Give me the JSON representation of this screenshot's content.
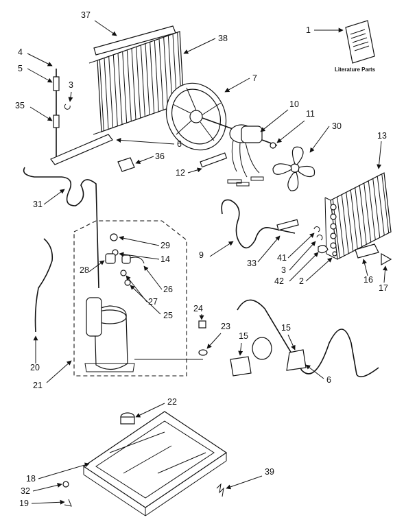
{
  "literature_label": "Literature Parts",
  "callouts": {
    "c1": "1",
    "c2": "2",
    "c3a": "3",
    "c3b": "3",
    "c4": "4",
    "c5": "5",
    "c6a": "6",
    "c6b": "6",
    "c7": "7",
    "c9": "9",
    "c10": "10",
    "c11": "11",
    "c12": "12",
    "c13": "13",
    "c14": "14",
    "c15a": "15",
    "c15b": "15",
    "c16": "16",
    "c17": "17",
    "c18": "18",
    "c19": "19",
    "c20": "20",
    "c21": "21",
    "c22": "22",
    "c23": "23",
    "c24": "24",
    "c25": "25",
    "c26": "26",
    "c27": "27",
    "c28": "28",
    "c29": "29",
    "c30": "30",
    "c31": "31",
    "c32": "32",
    "c33": "33",
    "c35": "35",
    "c36": "36",
    "c37": "37",
    "c38": "38",
    "c39": "39",
    "c41": "41",
    "c42": "42"
  }
}
